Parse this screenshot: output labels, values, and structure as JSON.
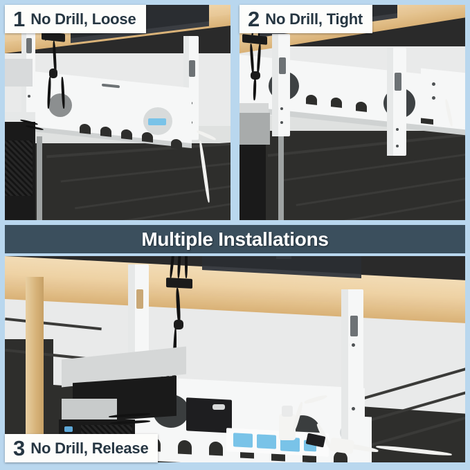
{
  "meta": {
    "background_color": "#b9d7ee",
    "tab_background": "#fdfdfb",
    "tab_text_color": "#263642",
    "banner_color": "#3b4f5d",
    "banner_text_color": "#ffffff"
  },
  "panels": [
    {
      "id": "panel-1",
      "number": "1",
      "label": "No Drill, Loose",
      "scene": "Under-desk cable management tray mounted loosely with no-drill clamp brackets on a wooden desk, monitor above, PC tower at left"
    },
    {
      "id": "panel-2",
      "number": "2",
      "label": "No Drill, Tight",
      "scene": "Under-desk cable management tray clamped tight with no-drill brackets on a wooden desk, monitor above"
    },
    {
      "id": "panel-3",
      "number": "3",
      "label": "No Drill, Release",
      "scene": "Wide view of under-desk cable tray holding a power strip, adapter and cables, mounted with no-drill release brackets"
    }
  ],
  "banner": {
    "title": "Multiple Installations"
  }
}
